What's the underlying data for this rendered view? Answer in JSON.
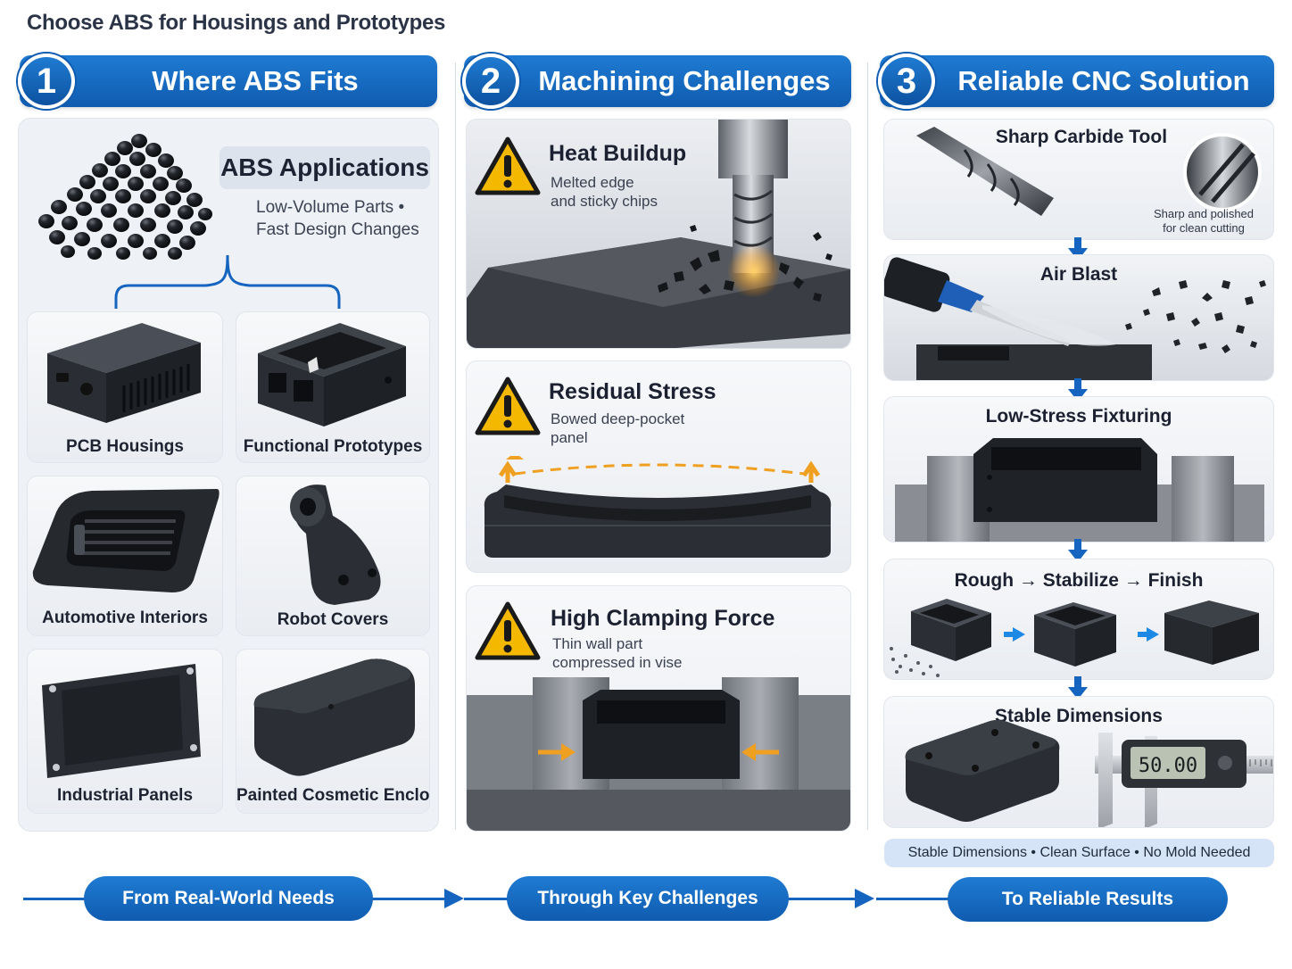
{
  "page_title": "Choose ABS for Housings and Prototypes",
  "columns": [
    {
      "number": "1",
      "title": "Where ABS Fits"
    },
    {
      "number": "2",
      "title": "Machining Challenges"
    },
    {
      "number": "3",
      "title": "Reliable CNC Solution"
    }
  ],
  "applications": {
    "heading": "ABS Applications",
    "subtitle_line1": "Low-Volume Parts •",
    "subtitle_line2": "Fast Design Changes",
    "items": [
      "PCB Housings",
      "Functional Prototypes",
      "Automotive Interiors",
      "Robot Covers",
      "Industrial Panels",
      "Painted Cosmetic Enclosure"
    ]
  },
  "challenges": [
    {
      "title": "Heat Buildup",
      "desc_line1": "Melted edge",
      "desc_line2": "and sticky chips"
    },
    {
      "title": "Residual Stress",
      "desc_line1": "Bowed deep-pocket",
      "desc_line2": "panel"
    },
    {
      "title": "High Clamping Force",
      "desc_line1": "Thin wall part",
      "desc_line2": "compressed in vise"
    }
  ],
  "solutions": {
    "steps": [
      "Sharp Carbide Tool",
      "Air Blast",
      "Low-Stress Fixturing",
      "Rough → Stabilize → Finish",
      "Stable Dimensions"
    ],
    "tool_note_line1": "Sharp and polished",
    "tool_note_line2": "for clean cutting",
    "caliper_reading": "50.00",
    "summary": "Stable Dimensions • Clean Surface • No Mold Needed"
  },
  "flow": [
    "From Real-World Needs",
    "Through Key Challenges",
    "To Reliable Results"
  ],
  "colors": {
    "primary_blue": "#1565c0",
    "warning_yellow": "#f5b800",
    "part_black": "#2a2d33",
    "accent_orange": "#f0a020"
  }
}
